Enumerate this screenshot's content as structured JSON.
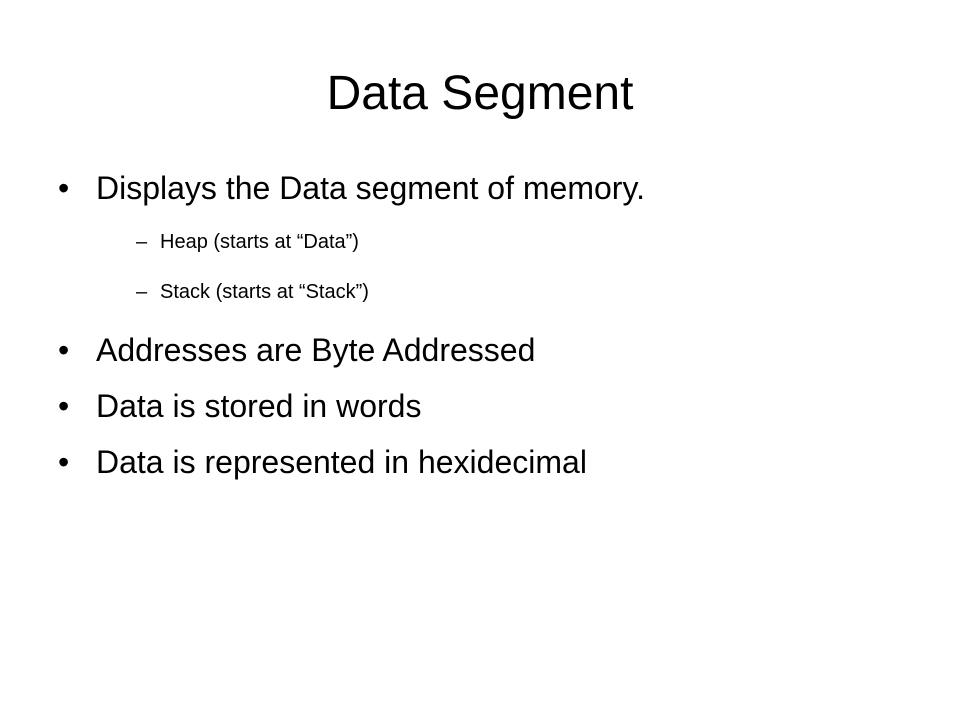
{
  "slide": {
    "title": "Data Segment",
    "bullet_glyph": "•",
    "dash_glyph": "–",
    "items": [
      {
        "text": "Displays the Data segment of memory.",
        "subitems": [
          {
            "text": "Heap (starts at “Data”)"
          },
          {
            "text": "Stack (starts at “Stack”)"
          }
        ]
      },
      {
        "text": "Addresses are Byte Addressed"
      },
      {
        "text": "Data is stored in words"
      },
      {
        "text": "Data is represented in hexidecimal"
      }
    ]
  }
}
